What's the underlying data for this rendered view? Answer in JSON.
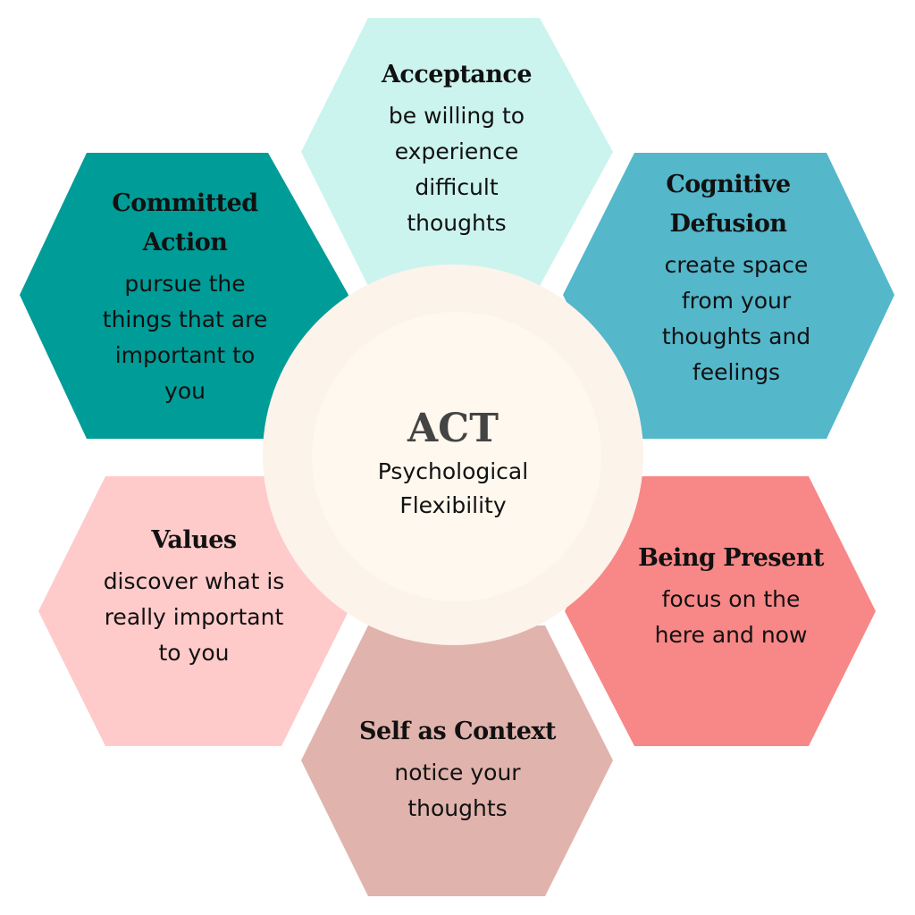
{
  "center": {
    "title": "ACT",
    "subtitle_lines": [
      "Psychological",
      "Flexibility"
    ]
  },
  "colors": {
    "acceptance": "#CCF4EF",
    "committed_action": "#009C97",
    "cognitive_defusion": "#54B7CA",
    "values": "#FFCACA",
    "being_present": "#F88787",
    "self_as_context": "#E1B3AD",
    "circle_outer": "#FCF3EB",
    "circle_inner": "#FEF8EE"
  },
  "processes": [
    {
      "title": "Acceptance",
      "description": "be willing to\nexperience\ndifficult\nthoughts"
    },
    {
      "title": "Cognitive\nDefusion",
      "description": "create space\nfrom your\nthoughts and\nfeelings"
    },
    {
      "title": "Being Present",
      "description": "focus on the\nhere and now"
    },
    {
      "title": "Self as Context",
      "description": "notice your\nthoughts"
    },
    {
      "title": "Values",
      "description": "discover what is\nreally important\nto you"
    },
    {
      "title": "Committed\nAction",
      "description": "pursue the\nthings that are\nimportant to\nyou"
    }
  ]
}
